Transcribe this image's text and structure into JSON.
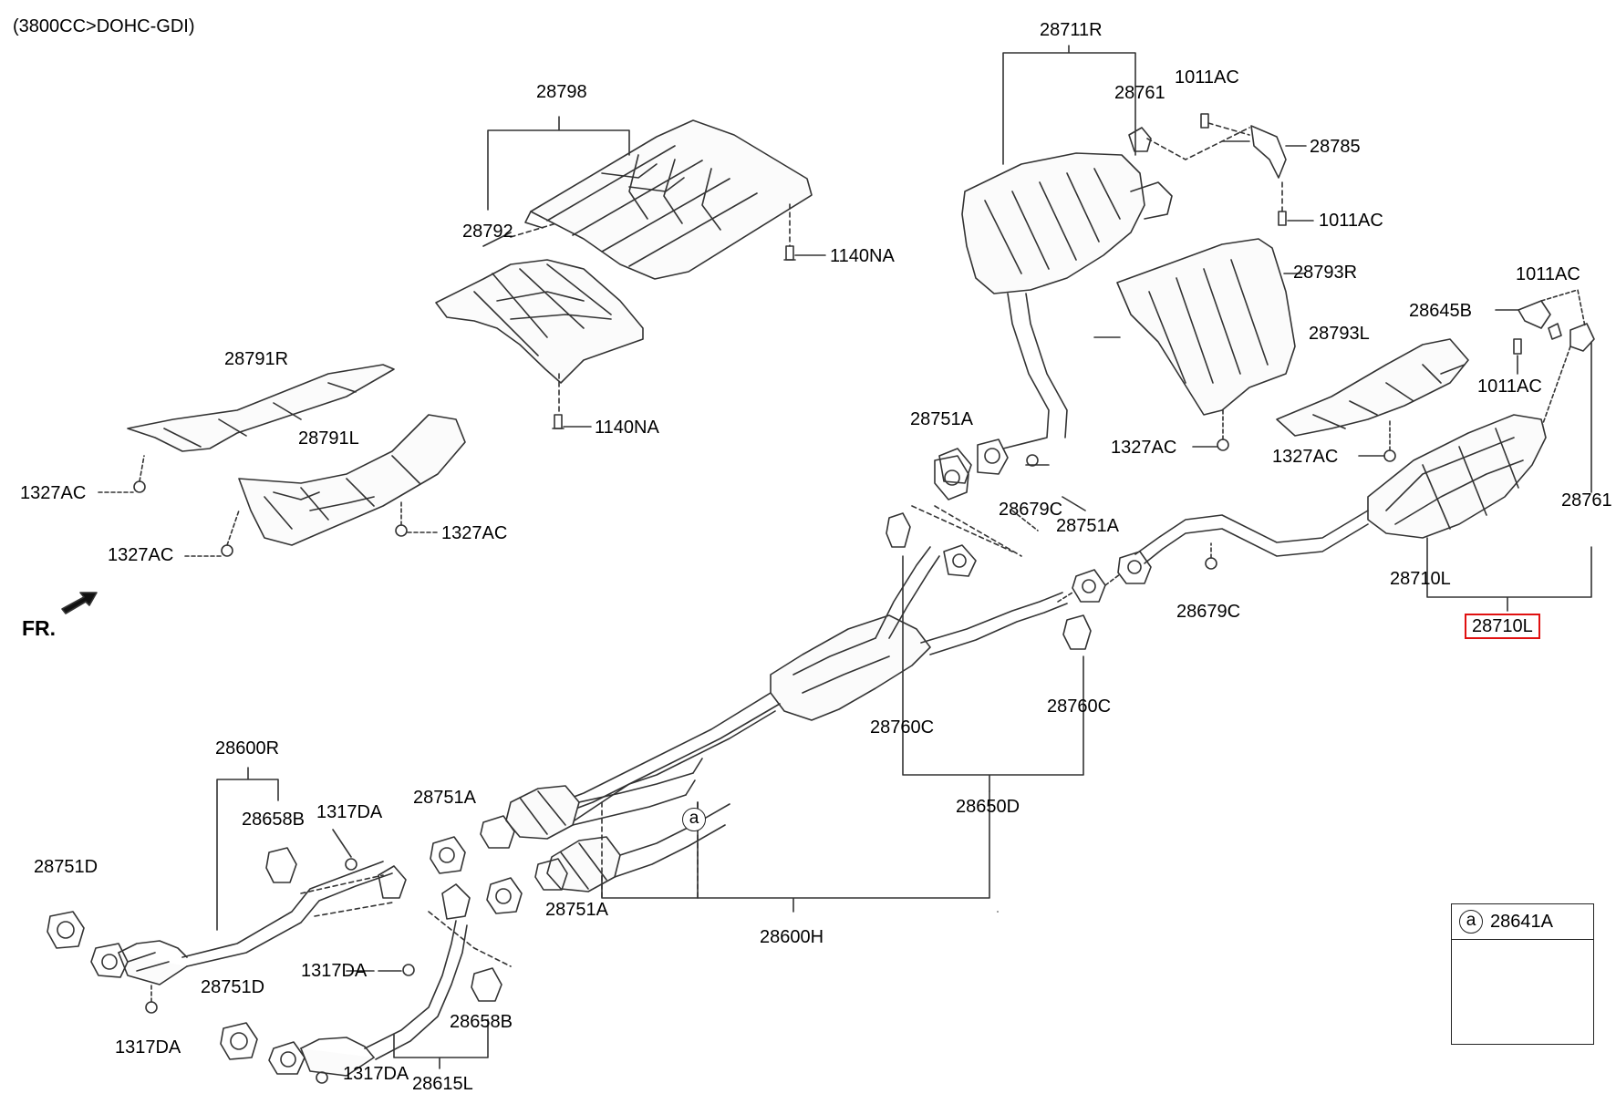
{
  "diagram": {
    "engine_note": "(3800CC>DOHC-GDI)",
    "direction_label": "FR.",
    "highlighted_part": "28710L",
    "labels": {
      "p28711R": "28711R",
      "p28761_top": "28761",
      "p1011AC_a": "1011AC",
      "p28785": "28785",
      "p1011AC_b": "1011AC",
      "p28798": "28798",
      "p28792": "28792",
      "p1140NA_a": "1140NA",
      "p1140NA_b": "1140NA",
      "p28793R": "28793R",
      "p1011AC_c": "1011AC",
      "p28645B": "28645B",
      "p28793L": "28793L",
      "p1011AC_d": "1011AC",
      "p28791R": "28791R",
      "p28791L": "28791L",
      "p1327AC_a": "1327AC",
      "p1327AC_b": "1327AC",
      "p1327AC_c": "1327AC",
      "p1327AC_d": "1327AC",
      "p1327AC_e": "1327AC",
      "p28751A_a": "28751A",
      "p28679C_a": "28679C",
      "p28761_right": "28761",
      "p28751A_b": "28751A",
      "p28710L": "28710L",
      "p28679C_b": "28679C",
      "p28760C_a": "28760C",
      "p28760C_b": "28760C",
      "p28650D": "28650D",
      "p28600R": "28600R",
      "p28658B_a": "28658B",
      "p1317DA_a": "1317DA",
      "p28751A_c": "28751A",
      "p28751D_a": "28751D",
      "p28751A_d": "28751A",
      "p28600H": "28600H",
      "p1317DA_b": "1317DA",
      "p28751D_b": "28751D",
      "p28658B_b": "28658B",
      "p1317DA_c": "1317DA",
      "p1317DA_d": "1317DA",
      "p28615L": "28615L"
    },
    "callout_letter": "a",
    "inset": {
      "letter": "a",
      "part": "28641A"
    }
  }
}
